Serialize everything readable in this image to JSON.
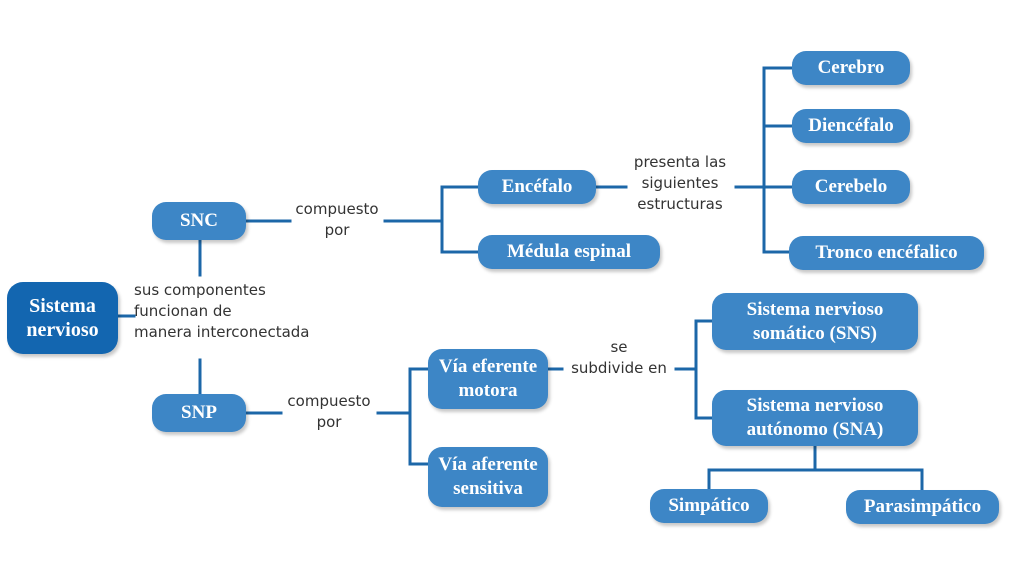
{
  "colors": {
    "line": "#1c67a8",
    "node": "#3d86c6",
    "root": "#1366b0",
    "text": "#333333"
  },
  "nodes": {
    "sistema_nervioso": "Sistema\nnervioso",
    "snc": "SNC",
    "snp": "SNP",
    "encefalo": "Encéfalo",
    "medula": "Médula espinal",
    "cerebro": "Cerebro",
    "diencefalo": "Diencéfalo",
    "cerebelo": "Cerebelo",
    "tronco": "Tronco encéfalico",
    "via_eferente": "Vía eferente\nmotora",
    "via_aferente": "Vía aferente\nsensitiva",
    "sns": "Sistema nervioso\nsomático (SNS)",
    "sna": "Sistema nervioso\nautónomo (SNA)",
    "simpatico": "Simpático",
    "parasimpatico": "Parasimpático"
  },
  "labels": {
    "componentes": "sus componentes\nfuncionan de\nmanera interconectada",
    "compuesto_snc": "compuesto\npor",
    "compuesto_snp": "compuesto\npor",
    "presenta": "presenta las\nsiguientes\nestructuras",
    "subdivide": "se\nsubdivide en"
  }
}
